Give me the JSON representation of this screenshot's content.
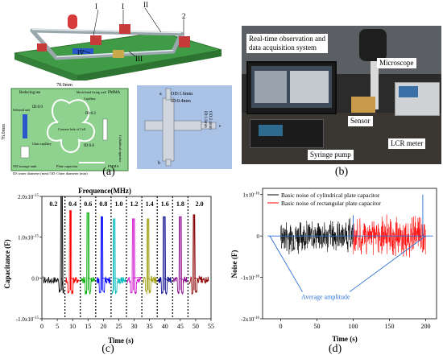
{
  "captions": {
    "a": "(a)",
    "b": "(b)",
    "c": "(c)",
    "d": "(d)"
  },
  "panel_a": {
    "iso_labels": [
      "I",
      "I",
      "II",
      "2",
      "III",
      "IV"
    ],
    "dim_width": "78.0mm",
    "dim_height": "76.0mm",
    "layout_labels": {
      "reducing_tee": "Reducing tee",
      "pmma_top": "PMMA",
      "mesh_fixed_wall": "Mesh-lined fixing wall",
      "capillary": "Capillary",
      "solenoid_unit": "Solenoid unit",
      "id_09": "ID:0.9",
      "id_02": "ID:0.2",
      "id_08": "ID:0.8",
      "glass_capillary": "Glass capillary",
      "center_label": "Concave hole of Cell",
      "cyl_cap": "Cylindrical capacitor",
      "od_storage": "OD storage tank",
      "plate_cap": "Plate capacitor",
      "pmma_bottom": "PMMA",
      "legend": "ID: inner diameter (mm) OD: Outer diameter (mm)"
    },
    "tee": {
      "od_16": "OD:1.6mm",
      "id_04": "ID:0.4mm",
      "od_24": "OD:2.4mm",
      "id_16": "ID:1.6mm",
      "port_a": "a",
      "port_b": "b",
      "port_c": "c"
    }
  },
  "panel_b": {
    "rt_label": "Real-time observation and\ndata acquisition system",
    "microscope": "Microscope",
    "sensor": "Sensor",
    "syringe_pump": "Syringe pump",
    "lcr_meter": "LCR meter"
  },
  "chart_data": [
    {
      "type": "line",
      "title": "Frequence(MHz)",
      "xlabel": "Time (s)",
      "ylabel": "Capacitance (F)",
      "xlim": [
        0,
        55
      ],
      "ylim": [
        -1e-15,
        2e-15
      ],
      "x_ticks": [
        "0",
        "5",
        "10",
        "15",
        "20",
        "25",
        "30",
        "35",
        "40",
        "45",
        "50",
        "55"
      ],
      "y_ticks": [
        "-1.0x10",
        "0.0",
        "1.0x10",
        "2.0x10"
      ],
      "y_tick_exp": "-15",
      "frequency_labels": [
        "0.2",
        "0.4",
        "0.6",
        "0.8",
        "1.0",
        "1.2",
        "1.4",
        "1.6",
        "1.8",
        "2.0"
      ],
      "segment_boundaries": [
        7.5,
        12.5,
        17.5,
        22.5,
        27.5,
        32.5,
        37.5,
        42.5,
        47.5
      ],
      "segments": [
        {
          "freq": "0.2",
          "x_range": [
            0,
            7.5
          ],
          "peak_x": 6.5,
          "peak_y": 2e-15,
          "color": "#000000"
        },
        {
          "freq": "0.4",
          "x_range": [
            7.5,
            12.5
          ],
          "peak_x": 9.3,
          "peak_y": 1.65e-15,
          "color": "#ff0000"
        },
        {
          "freq": "0.6",
          "x_range": [
            12.5,
            17.5
          ],
          "peak_x": 15.0,
          "peak_y": 1.6e-15,
          "color": "#00aa00"
        },
        {
          "freq": "0.8",
          "x_range": [
            17.5,
            22.5
          ],
          "peak_x": 19.5,
          "peak_y": 1.5e-15,
          "color": "#0000ff"
        },
        {
          "freq": "1.0",
          "x_range": [
            22.5,
            27.5
          ],
          "peak_x": 23.5,
          "peak_y": 1.45e-15,
          "color": "#00bbbb"
        },
        {
          "freq": "1.2",
          "x_range": [
            27.5,
            32.5
          ],
          "peak_x": 29.8,
          "peak_y": 1.45e-15,
          "color": "#cc00cc"
        },
        {
          "freq": "1.4",
          "x_range": [
            32.5,
            37.5
          ],
          "peak_x": 34.5,
          "peak_y": 1.45e-15,
          "color": "#999900"
        },
        {
          "freq": "1.6",
          "x_range": [
            37.5,
            42.5
          ],
          "peak_x": 39.8,
          "peak_y": 1.5e-15,
          "color": "#000088"
        },
        {
          "freq": "1.8",
          "x_range": [
            42.5,
            47.5
          ],
          "peak_x": 45.0,
          "peak_y": 1.5e-15,
          "color": "#880088"
        },
        {
          "freq": "2.0",
          "x_range": [
            47.5,
            55
          ],
          "peak_x": 49.5,
          "peak_y": 1.55e-15,
          "color": "#880000"
        }
      ]
    },
    {
      "type": "line",
      "title": "",
      "xlabel": "Time (s)",
      "ylabel": "Noise (F)",
      "xlim": [
        -25,
        215
      ],
      "ylim": [
        -2e-16,
        1.15e-16
      ],
      "x_ticks": [
        "0",
        "50",
        "100",
        "150",
        "200"
      ],
      "y_ticks": [
        "-2x10",
        "-1x10",
        "0",
        "1x10"
      ],
      "y_tick_exp": "-16",
      "annotation": "Average amplitude",
      "series": [
        {
          "name": "Basic noise of cylindrical plate capacitor",
          "color": "#000000",
          "x_range": [
            0,
            100
          ],
          "amplitude": 4.5e-17
        },
        {
          "name": "Basic noise of rectangular plate capacitor",
          "color": "#ff0000",
          "x_range": [
            100,
            200
          ],
          "amplitude": 5.5e-17
        }
      ]
    }
  ]
}
